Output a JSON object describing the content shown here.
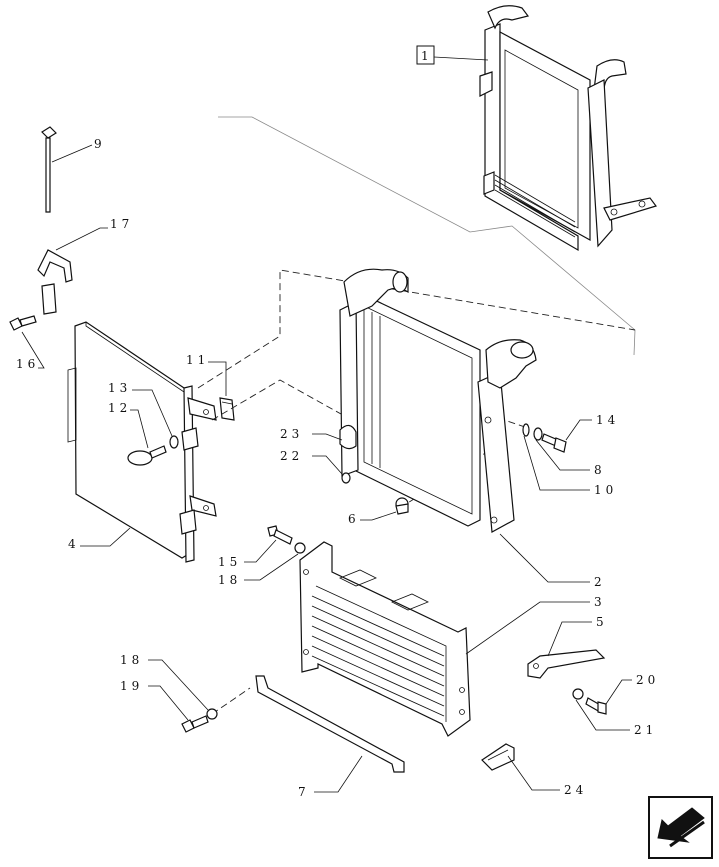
{
  "labels": {
    "boxed": "1",
    "n2": "2",
    "n3": "3",
    "n4": "4",
    "n5": "5",
    "n6": "6",
    "n7": "7",
    "n8": "8",
    "n9": "9",
    "n10": "10",
    "n11": "11",
    "n12": "12",
    "n13": "13",
    "n14": "14",
    "n15": "15",
    "n16": "16",
    "n17": "17",
    "n18a": "18",
    "n18b": "18",
    "n19": "19",
    "n20": "20",
    "n21": "21",
    "n22": "22",
    "n23": "23",
    "n24": "24"
  },
  "nav": {
    "icon": "next-page-arrow-icon"
  }
}
